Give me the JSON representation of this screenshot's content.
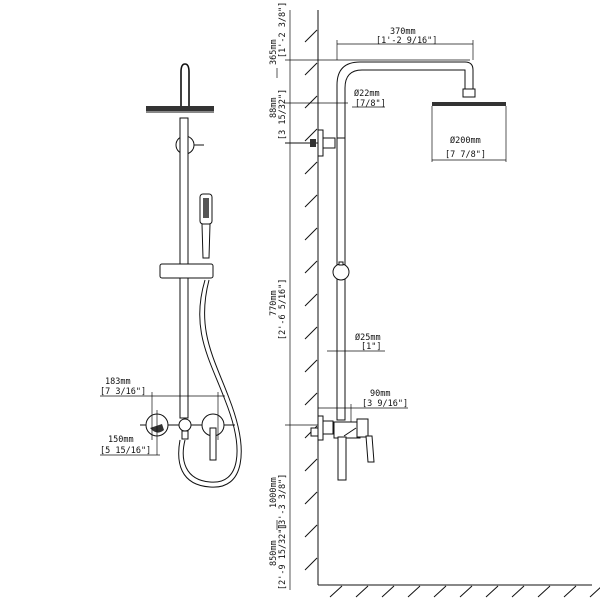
{
  "front_view": {
    "dim_valve_spacing": {
      "mm": "183mm",
      "inch": "[7 3/16\"]"
    },
    "dim_valve_centers": {
      "mm": "150mm",
      "inch": "[5 15/16\"]"
    }
  },
  "side_view": {
    "dim_arm_reach": {
      "mm": "370mm",
      "inch": "[1'-2 9/16\"]"
    },
    "dim_arm_pipe": {
      "mm": "Ø22mm",
      "inch": "[7/8\"]"
    },
    "dim_head_diameter": {
      "mm": "Ø200mm",
      "inch": "[7 7/8\"]"
    },
    "dim_riser_pipe": {
      "mm": "Ø25mm",
      "inch": "[1\"]"
    },
    "dim_valve_depth": {
      "mm": "90mm",
      "inch": "[3 9/16\"]"
    },
    "vertical_dims": {
      "top": {
        "mm": "365mm",
        "inch": "[1'-2 3/8\"]"
      },
      "arm": {
        "mm": "88mm",
        "inch": "[3 15/32\"]"
      },
      "riser": {
        "mm": "770mm",
        "inch": "[2'-6 5/16\"]"
      },
      "valve_max": {
        "mm": "1000mm",
        "inch": "[3'-3 3/8\"]"
      },
      "valve_min": {
        "mm": "850mm",
        "inch": "[2'-9 15/32\"]"
      }
    }
  }
}
